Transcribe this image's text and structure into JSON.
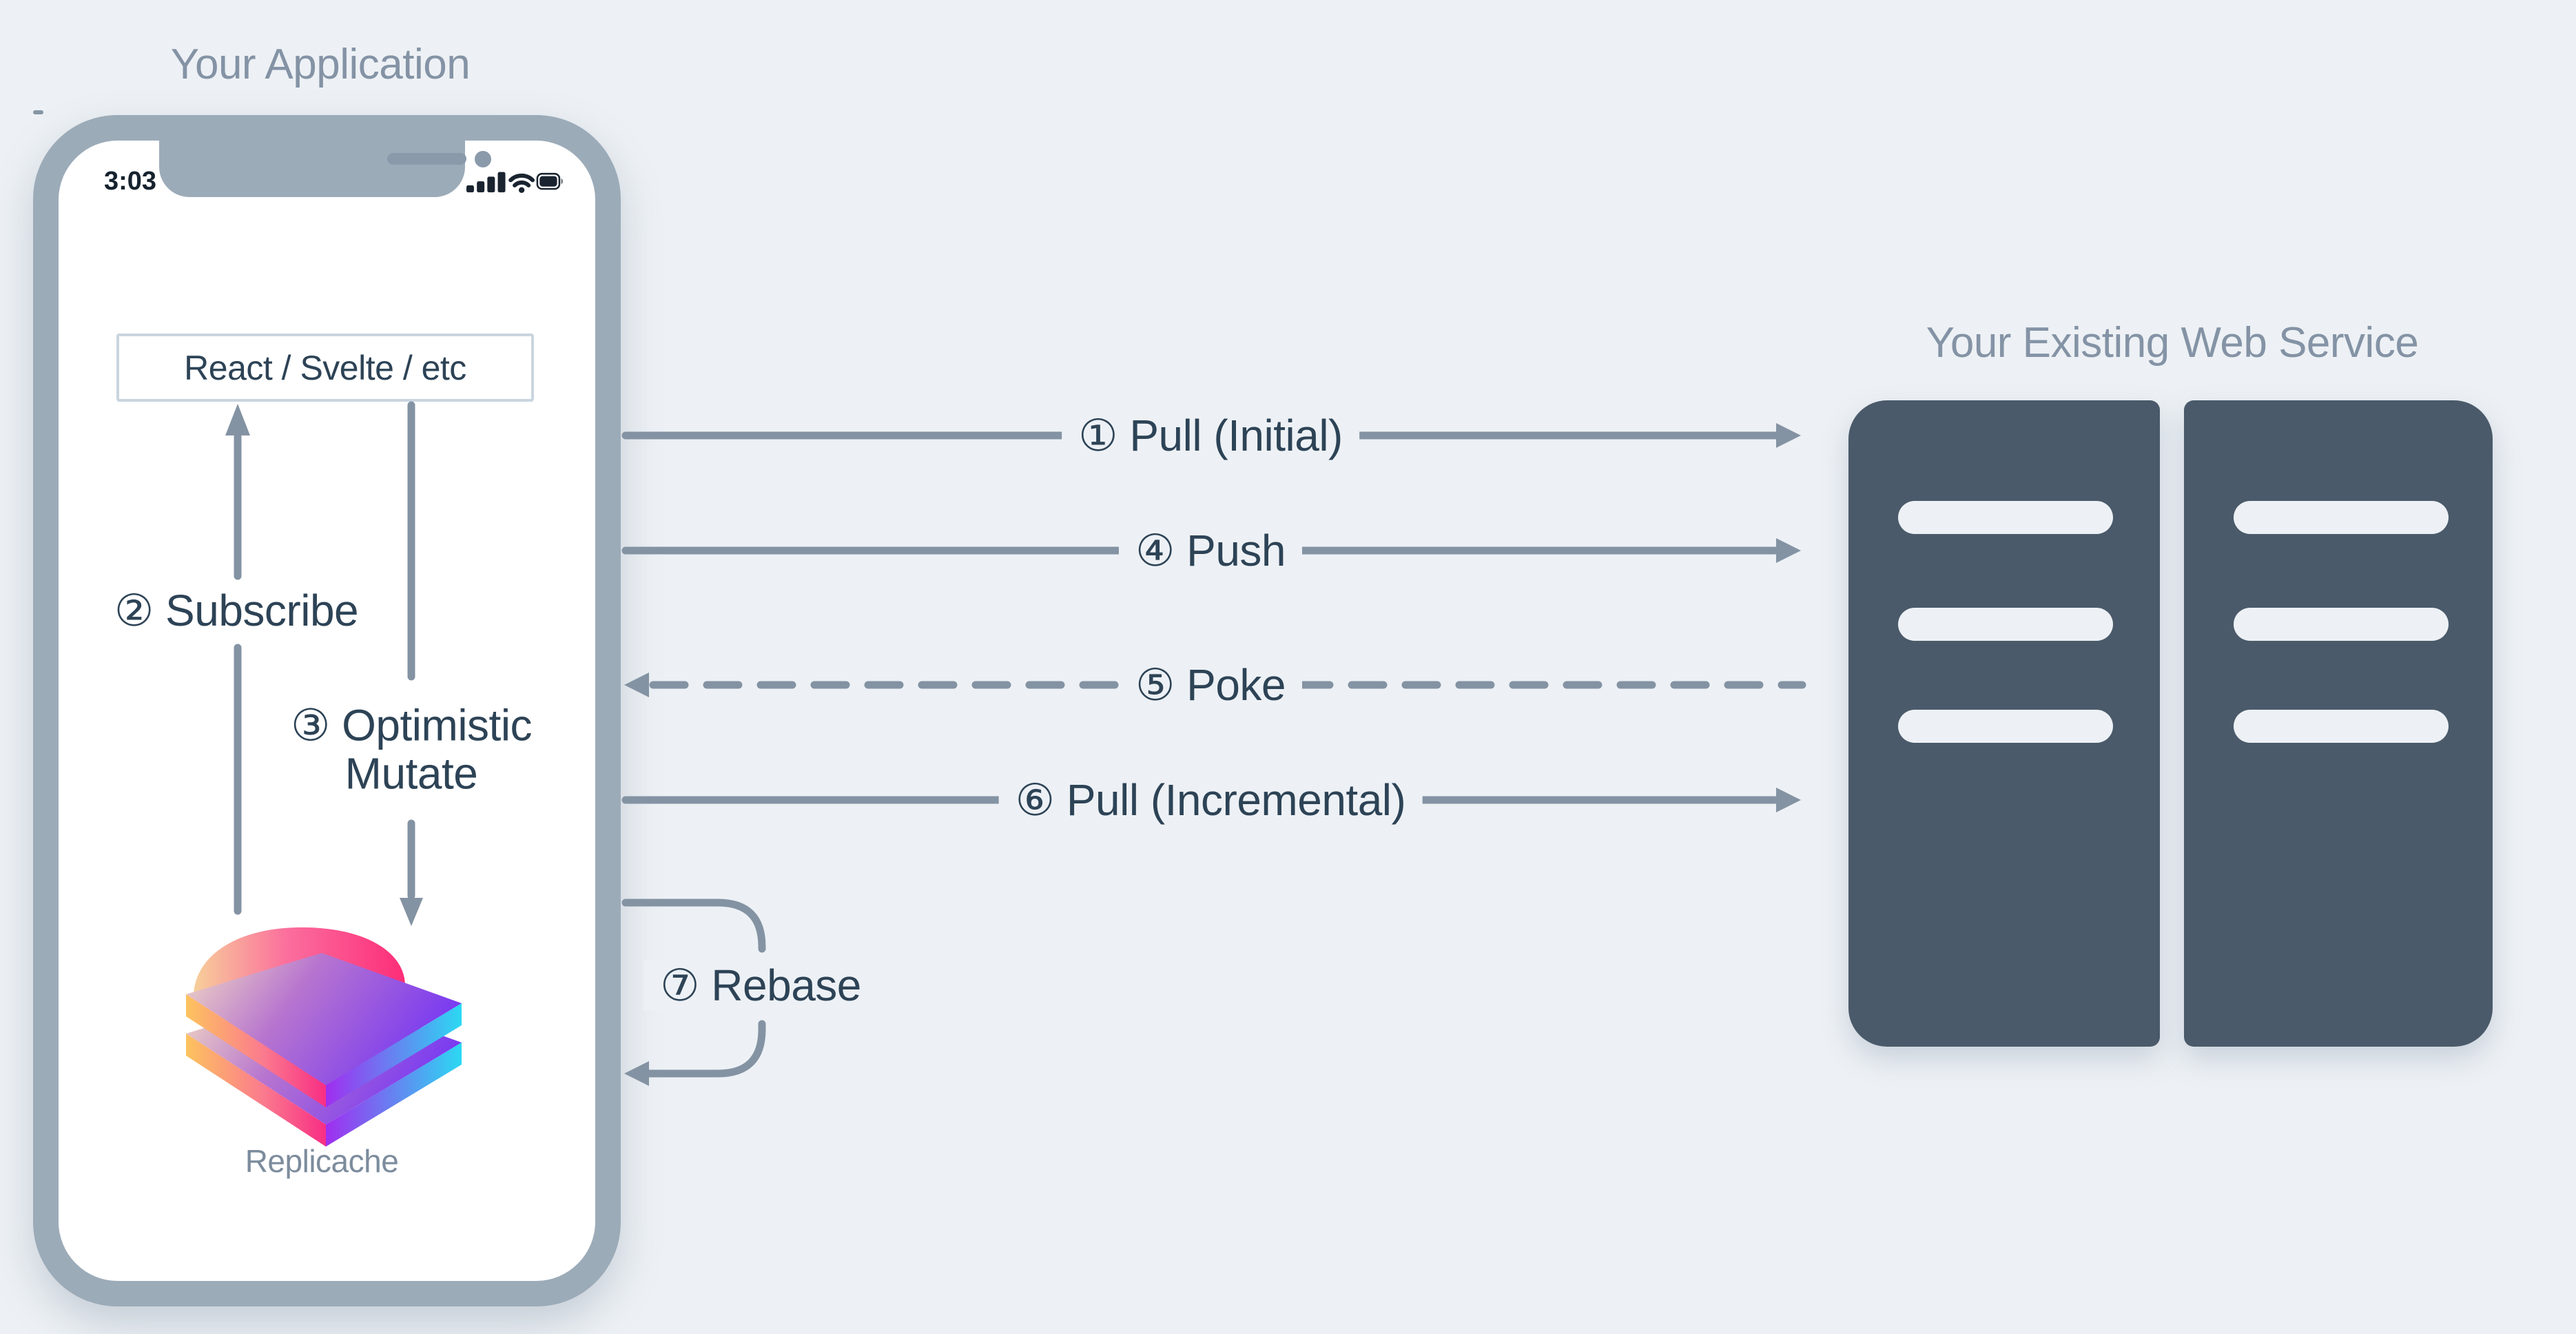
{
  "titles": {
    "application": "Your Application",
    "web_service": "Your Existing Web Service"
  },
  "phone": {
    "status_time": "3:03",
    "status_icons": [
      "signal-bars-icon",
      "wifi-icon",
      "battery-icon"
    ],
    "framework_box": "React / Svelte / etc",
    "logo_label": "Replicache",
    "internal_flows": {
      "subscribe": "② Subscribe",
      "mutate_line1": "③ Optimistic",
      "mutate_line2": "Mutate"
    }
  },
  "flows": {
    "pull_initial": "① Pull (Initial)",
    "push": "④ Push",
    "poke": "⑤ Poke",
    "pull_incremental": "⑥ Pull (Incremental)",
    "rebase": "⑦ Rebase"
  },
  "colors": {
    "background": "#edf1f5",
    "phone_frame": "#9cabb8",
    "server_fill": "#4a5a6a",
    "arrow_line": "#8493a3",
    "text_dark": "#2d4356",
    "text_muted": "#8493a5",
    "box_border": "#c9d5df",
    "logo_gradient": [
      "#f7cf9a",
      "#fc2d78",
      "#7a3bf0",
      "#2bd9f2"
    ]
  }
}
